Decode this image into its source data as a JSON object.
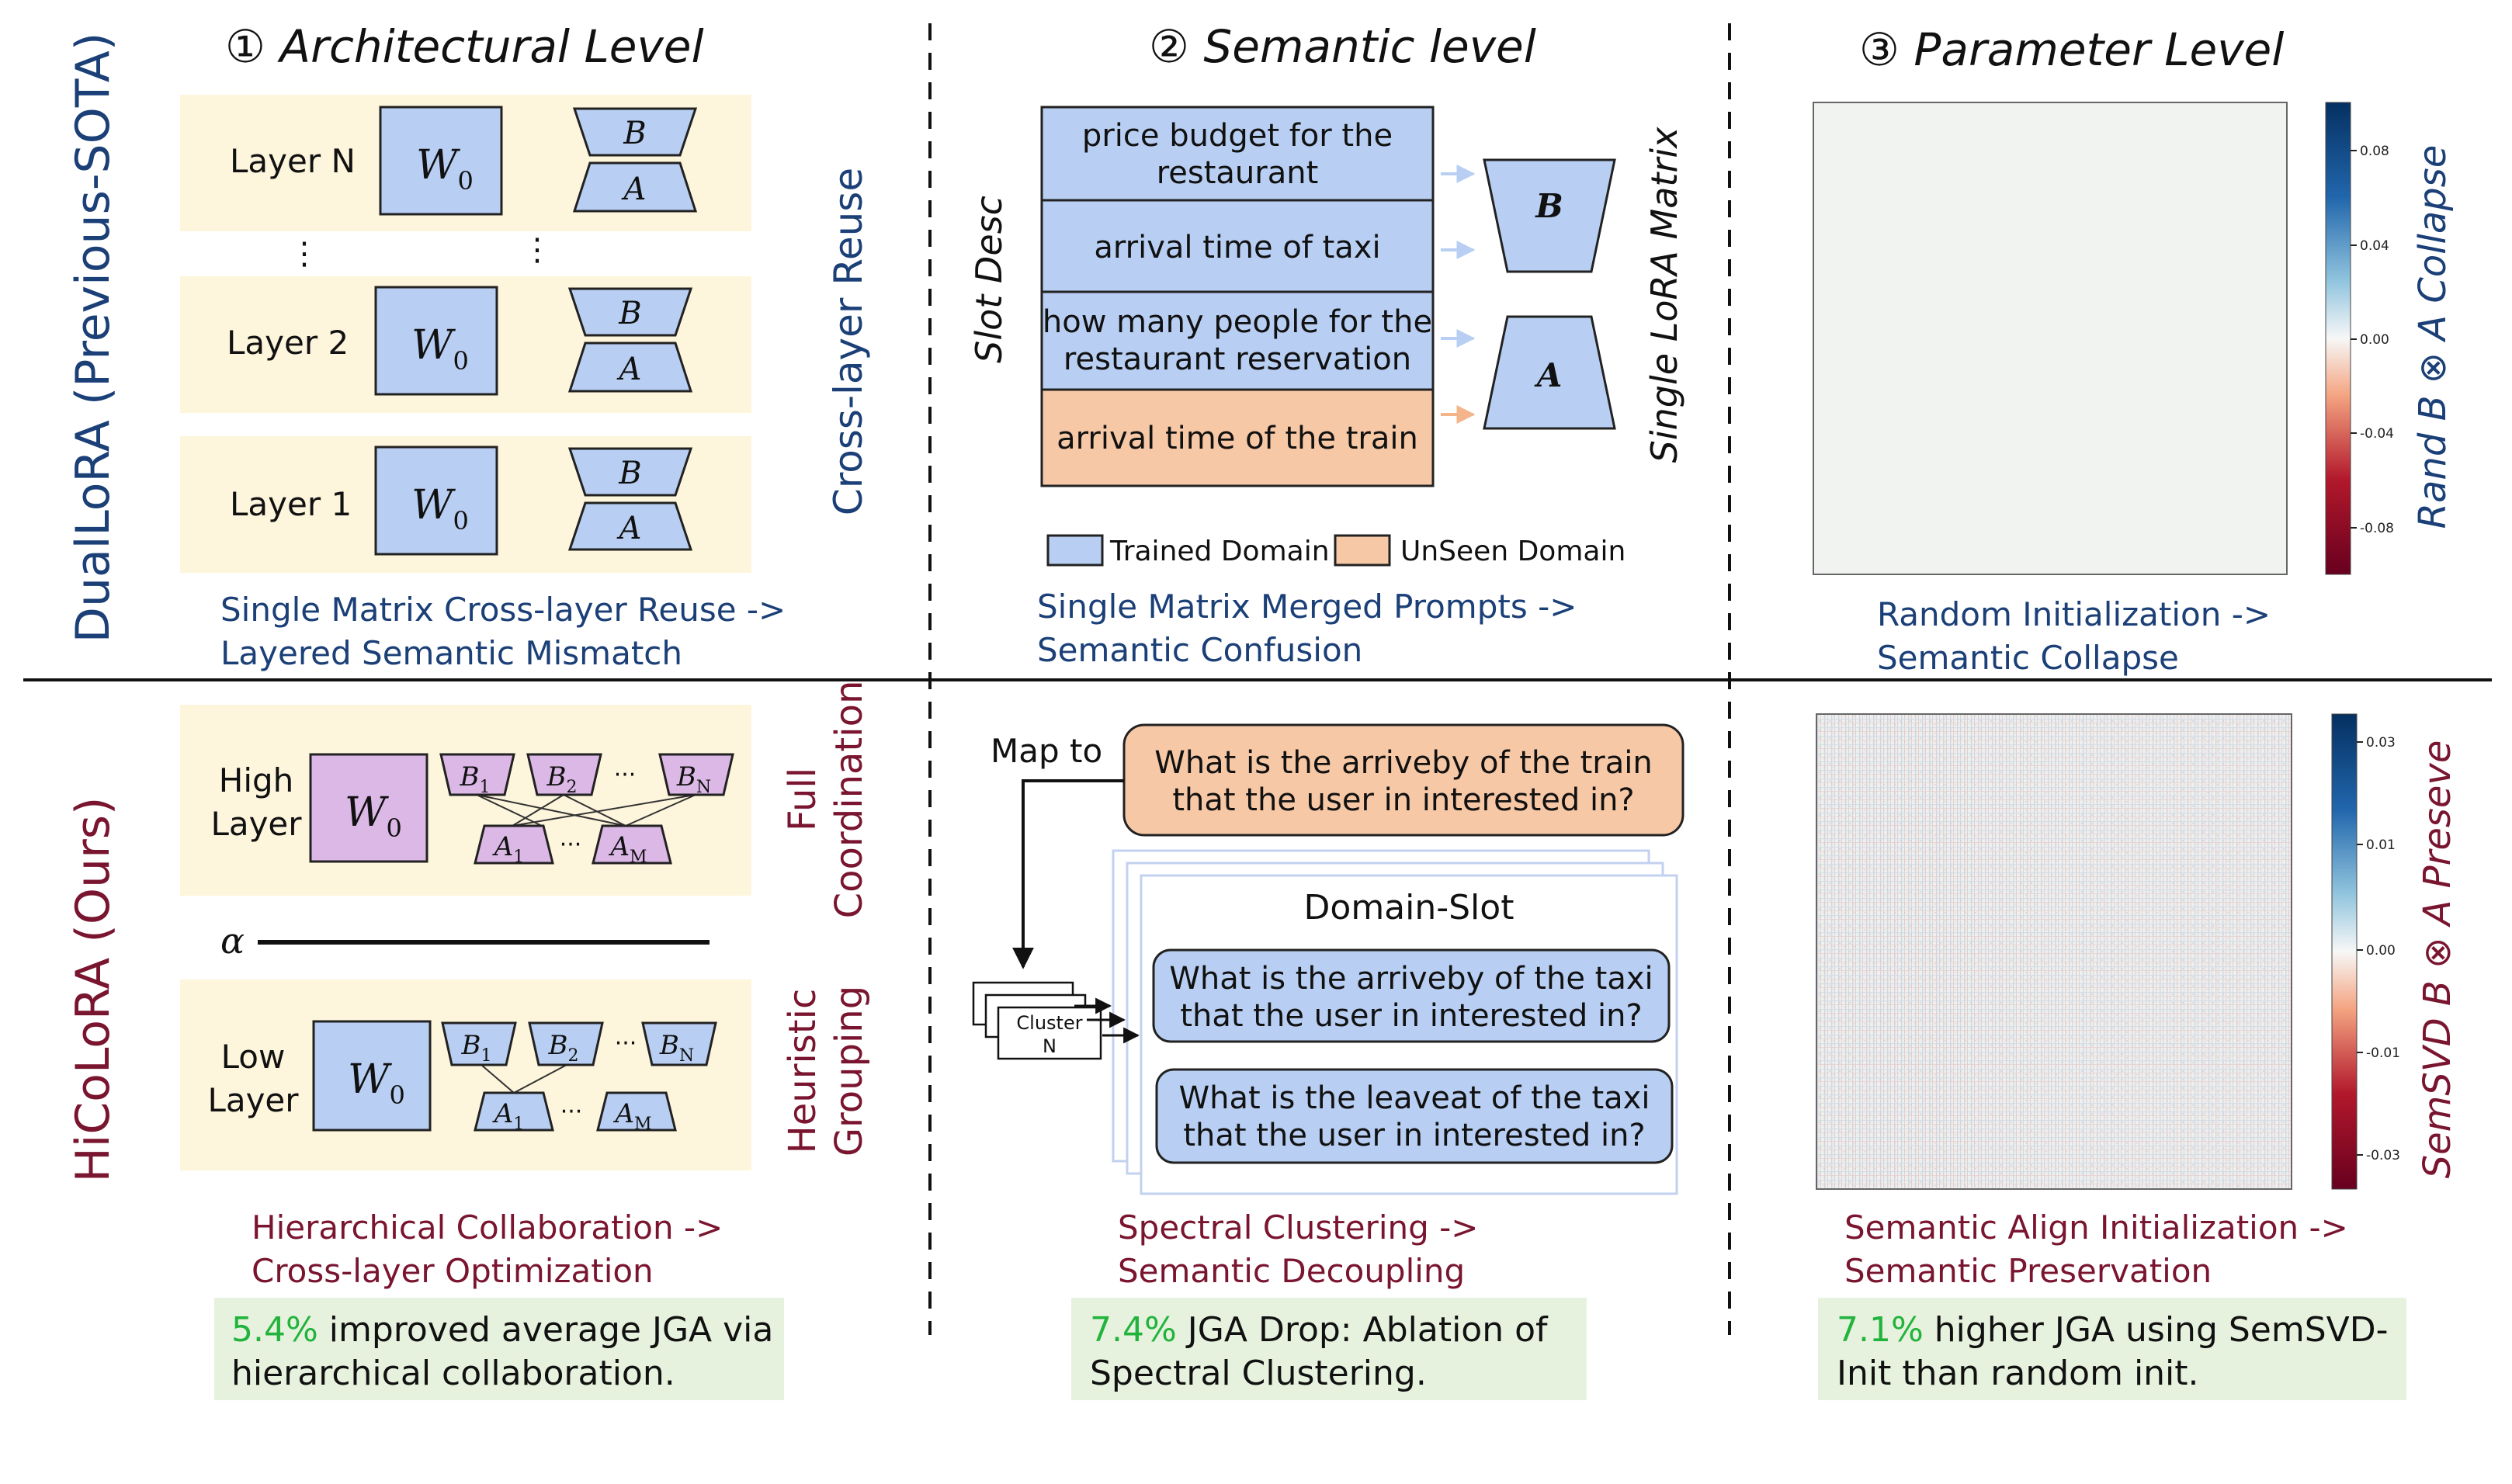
{
  "columns": {
    "architectural": "① Architectural Level",
    "semantic": "② Semantic level",
    "parameter": "③ Parameter Level"
  },
  "rows": {
    "top": "DualLoRA (Previous-SOTA)",
    "bottom": "HiCoLoRA (Ours)"
  },
  "math": {
    "w0": "W",
    "sub0": "0",
    "a": "A",
    "b": "B",
    "alpha": "α",
    "dots": "···"
  },
  "top_arch": {
    "layer_n": "Layer N",
    "layer_2": "Layer 2",
    "layer_1": "Layer 1",
    "side": "Cross-layer Reuse",
    "cap1": "Single Matrix Cross-layer Reuse ->",
    "cap2": "Layered Semantic Mismatch"
  },
  "top_sem": {
    "slot_desc": "Slot Desc",
    "single_lora": "Single LoRA Matrix",
    "slots": [
      [
        "price budget for the",
        "restaurant"
      ],
      [
        "arrival time of taxi"
      ],
      [
        "how many people for the",
        "restaurant reservation"
      ],
      [
        "arrival time of the train"
      ]
    ],
    "legend_trained": "Trained Domain",
    "legend_unseen": "UnSeen Domain",
    "cap1": "Single Matrix Merged Prompts ->",
    "cap2": "Semantic Confusion"
  },
  "top_param": {
    "side": "Rand B ⊗ A Collapse",
    "ticks": [
      "0.08",
      "0.04",
      "0.00",
      "-0.04",
      "-0.08"
    ],
    "cap1": "Random Initialization ->",
    "cap2": "Semantic Collapse"
  },
  "bot_arch": {
    "high_1": "High",
    "high_2": "Layer",
    "low_1": "Low",
    "low_2": "Layer",
    "b_subs": [
      "1",
      "2",
      "N"
    ],
    "a_subs": [
      "1",
      "M"
    ],
    "side_full_1": "Full",
    "side_full_2": "Coordination",
    "side_heur_1": "Heuristic",
    "side_heur_2": "Grouping",
    "cap1": "Hierarchical Collaboration ->",
    "cap2": "Cross-layer Optimization",
    "result_pct": "5.4%",
    "result_1": " improved average JGA via",
    "result_2": "hierarchical collaboration."
  },
  "bot_sem": {
    "map_to": "Map to",
    "query": [
      "What is the arriveby of the train",
      "that the user in interested in?"
    ],
    "domain_slot": "Domain-Slot",
    "q1": [
      "What is the arriveby of the taxi",
      "that the user in interested in?"
    ],
    "q2": [
      "What is the leaveat of the taxi",
      "that the user in interested in?"
    ],
    "cluster_1": "Cluster",
    "cluster_2": "N",
    "cap1": "Spectral Clustering ->",
    "cap2": "Semantic Decoupling",
    "result_pct": "7.4%",
    "result_1": " JGA Drop: Ablation of",
    "result_2": "Spectral Clustering."
  },
  "bot_param": {
    "side": "SemSVD B ⊗ A Preseve",
    "ticks": [
      "0.03",
      "0.01",
      "0.00",
      "-0.01",
      "-0.03"
    ],
    "cap1": "Semantic Align Initialization ->",
    "cap2": "Semantic Preservation",
    "result_pct": "7.1%",
    "result_1": " higher JGA using SemSVD-",
    "result_2": "Init than random init."
  },
  "colors": {
    "layer_bg": "#fdf5dc",
    "blue_fill": "#b8cff3",
    "orange_fill": "#f7c8a6",
    "purple_fill": "#dcb8e6",
    "result_bg": "#e6f2de",
    "caption_blue": "#1b3f77",
    "caption_red": "#7a1530",
    "green_text": "#22b33c"
  }
}
